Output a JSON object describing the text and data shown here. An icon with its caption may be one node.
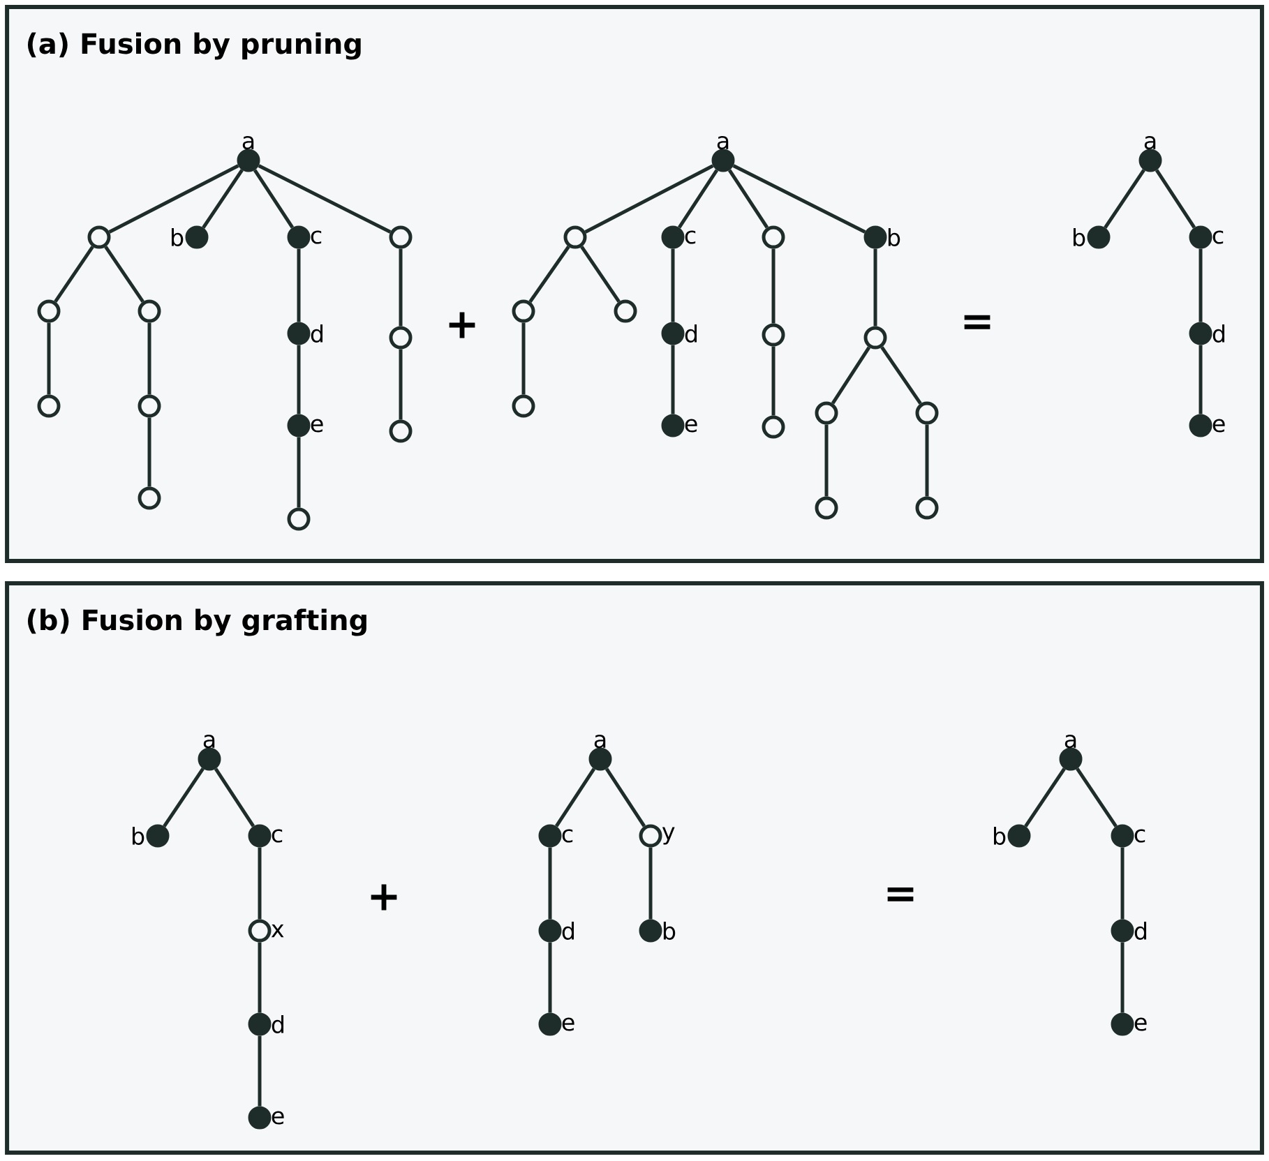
{
  "diagram": {
    "nodes": [
      {
        "text": [
          "(a) Fusion by pruning"
        ]
      },
      {
        "text": [],
        "beside": [
          "a"
        ],
        "shape": "dot",
        "in": 0
      },
      {
        "text": [],
        "shape": "circle",
        "in": 0
      },
      {
        "text": [],
        "shape": "circle",
        "in": 0
      },
      {
        "text": [],
        "shape": "circle",
        "in": 0
      },
      {
        "text": [],
        "shape": "circle",
        "in": 0
      },
      {
        "text": [],
        "shape": "circle",
        "in": 0
      },
      {
        "text": [],
        "shape": "circle",
        "in": 0
      },
      {
        "text": [],
        "beside": [
          "b"
        ],
        "shape": "dot",
        "in": 0
      },
      {
        "text": [],
        "beside": [
          "c"
        ],
        "shape": "dot",
        "in": 0
      },
      {
        "text": [],
        "beside": [
          "d"
        ],
        "shape": "dot",
        "in": 0
      },
      {
        "text": [],
        "beside": [
          "e"
        ],
        "shape": "dot",
        "in": 0
      },
      {
        "text": [],
        "shape": "circle",
        "in": 0
      },
      {
        "text": [],
        "shape": "circle",
        "in": 0
      },
      {
        "text": [],
        "shape": "circle",
        "in": 0
      },
      {
        "text": [],
        "shape": "circle",
        "in": 0
      },
      {
        "text": [],
        "beside": [
          "a"
        ],
        "shape": "dot",
        "in": 0
      },
      {
        "text": [],
        "shape": "circle",
        "in": 0
      },
      {
        "text": [],
        "shape": "circle",
        "in": 0
      },
      {
        "text": [],
        "shape": "circle",
        "in": 0
      },
      {
        "text": [],
        "shape": "circle",
        "in": 0
      },
      {
        "text": [],
        "beside": [
          "c"
        ],
        "shape": "dot",
        "in": 0
      },
      {
        "text": [],
        "beside": [
          "d"
        ],
        "shape": "dot",
        "in": 0
      },
      {
        "text": [],
        "beside": [
          "e"
        ],
        "shape": "dot",
        "in": 0
      },
      {
        "text": [],
        "shape": "circle",
        "in": 0
      },
      {
        "text": [],
        "shape": "circle",
        "in": 0
      },
      {
        "text": [],
        "shape": "circle",
        "in": 0
      },
      {
        "text": [],
        "beside": [
          "b"
        ],
        "shape": "dot",
        "in": 0
      },
      {
        "text": [],
        "shape": "circle",
        "in": 0
      },
      {
        "text": [],
        "shape": "circle",
        "in": 0
      },
      {
        "text": [],
        "shape": "circle",
        "in": 0
      },
      {
        "text": [],
        "shape": "circle",
        "in": 0
      },
      {
        "text": [],
        "shape": "circle",
        "in": 0
      },
      {
        "text": [],
        "beside": [
          "a"
        ],
        "shape": "dot",
        "in": 0
      },
      {
        "text": [],
        "beside": [
          "b"
        ],
        "shape": "dot",
        "in": 0
      },
      {
        "text": [],
        "beside": [
          "c"
        ],
        "shape": "dot",
        "in": 0
      },
      {
        "text": [],
        "beside": [
          "d"
        ],
        "shape": "dot",
        "in": 0
      },
      {
        "text": [],
        "beside": [
          "e"
        ],
        "shape": "dot",
        "in": 0
      },
      {
        "text": [
          "(b) Fusion by grafting"
        ]
      },
      {
        "text": [],
        "beside": [
          "a"
        ],
        "shape": "dot",
        "in": 38
      },
      {
        "text": [],
        "beside": [
          "b"
        ],
        "shape": "dot",
        "in": 38
      },
      {
        "text": [],
        "beside": [
          "c"
        ],
        "shape": "dot",
        "in": 38
      },
      {
        "text": [],
        "beside": [
          "x"
        ],
        "shape": "circle",
        "in": 38
      },
      {
        "text": [],
        "beside": [
          "d"
        ],
        "shape": "dot",
        "in": 38
      },
      {
        "text": [],
        "beside": [
          "e"
        ],
        "shape": "dot",
        "in": 38
      },
      {
        "text": [],
        "beside": [
          "a"
        ],
        "shape": "dot",
        "in": 38
      },
      {
        "text": [],
        "beside": [
          "c"
        ],
        "shape": "dot",
        "in": 38
      },
      {
        "text": [],
        "beside": [
          "d"
        ],
        "shape": "dot",
        "in": 38
      },
      {
        "text": [],
        "beside": [
          "e"
        ],
        "shape": "dot",
        "in": 38
      },
      {
        "text": [],
        "beside": [
          "y"
        ],
        "shape": "circle",
        "in": 38
      },
      {
        "text": [],
        "beside": [
          "b"
        ],
        "shape": "dot",
        "in": 38
      },
      {
        "text": [],
        "beside": [
          "a"
        ],
        "shape": "dot",
        "in": 38
      },
      {
        "text": [],
        "beside": [
          "b"
        ],
        "shape": "dot",
        "in": 38
      },
      {
        "text": [],
        "beside": [
          "c"
        ],
        "shape": "dot",
        "in": 38
      },
      {
        "text": [],
        "beside": [
          "d"
        ],
        "shape": "dot",
        "in": 38
      },
      {
        "text": [],
        "beside": [
          "e"
        ],
        "shape": "dot",
        "in": 38
      }
    ],
    "edges": [
      {
        "from": 1,
        "to": 2,
        "arrow": "none"
      },
      {
        "from": 2,
        "to": 3,
        "arrow": "none"
      },
      {
        "from": 3,
        "to": 4,
        "arrow": "none"
      },
      {
        "from": 2,
        "to": 5,
        "arrow": "none"
      },
      {
        "from": 5,
        "to": 6,
        "arrow": "none"
      },
      {
        "from": 6,
        "to": 7,
        "arrow": "none"
      },
      {
        "from": 1,
        "to": 8,
        "arrow": "none"
      },
      {
        "from": 1,
        "to": 9,
        "arrow": "none"
      },
      {
        "from": 9,
        "to": 10,
        "arrow": "none"
      },
      {
        "from": 10,
        "to": 11,
        "arrow": "none"
      },
      {
        "from": 11,
        "to": 12,
        "arrow": "none"
      },
      {
        "from": 1,
        "to": 13,
        "arrow": "none"
      },
      {
        "from": 13,
        "to": 14,
        "arrow": "none"
      },
      {
        "from": 14,
        "to": 15,
        "arrow": "none"
      },
      {
        "from": 16,
        "to": 17,
        "arrow": "none"
      },
      {
        "from": 17,
        "to": 18,
        "arrow": "none"
      },
      {
        "from": 18,
        "to": 19,
        "arrow": "none"
      },
      {
        "from": 17,
        "to": 20,
        "arrow": "none"
      },
      {
        "from": 16,
        "to": 21,
        "arrow": "none"
      },
      {
        "from": 21,
        "to": 22,
        "arrow": "none"
      },
      {
        "from": 22,
        "to": 23,
        "arrow": "none"
      },
      {
        "from": 16,
        "to": 24,
        "arrow": "none"
      },
      {
        "from": 24,
        "to": 25,
        "arrow": "none"
      },
      {
        "from": 25,
        "to": 26,
        "arrow": "none"
      },
      {
        "from": 16,
        "to": 27,
        "arrow": "none"
      },
      {
        "from": 27,
        "to": 28,
        "arrow": "none"
      },
      {
        "from": 28,
        "to": 29,
        "arrow": "none"
      },
      {
        "from": 29,
        "to": 30,
        "arrow": "none"
      },
      {
        "from": 28,
        "to": 31,
        "arrow": "none"
      },
      {
        "from": 31,
        "to": 32,
        "arrow": "none"
      },
      {
        "from": 33,
        "to": 34,
        "arrow": "none"
      },
      {
        "from": 33,
        "to": 35,
        "arrow": "none"
      },
      {
        "from": 35,
        "to": 36,
        "arrow": "none"
      },
      {
        "from": 36,
        "to": 37,
        "arrow": "none"
      },
      {
        "from": 39,
        "to": 40,
        "arrow": "none"
      },
      {
        "from": 39,
        "to": 41,
        "arrow": "none"
      },
      {
        "from": 41,
        "to": 42,
        "arrow": "none"
      },
      {
        "from": 42,
        "to": 43,
        "arrow": "none"
      },
      {
        "from": 43,
        "to": 44,
        "arrow": "none"
      },
      {
        "from": 45,
        "to": 46,
        "arrow": "none"
      },
      {
        "from": 46,
        "to": 47,
        "arrow": "none"
      },
      {
        "from": 47,
        "to": 48,
        "arrow": "none"
      },
      {
        "from": 45,
        "to": 49,
        "arrow": "none"
      },
      {
        "from": 49,
        "to": 50,
        "arrow": "none"
      },
      {
        "from": 51,
        "to": 52,
        "arrow": "none"
      },
      {
        "from": 51,
        "to": 53,
        "arrow": "none"
      },
      {
        "from": 53,
        "to": 54,
        "arrow": "none"
      },
      {
        "from": 54,
        "to": 55,
        "arrow": "none"
      }
    ],
    "labels": [
      "+",
      "=",
      "+",
      "="
    ]
  }
}
